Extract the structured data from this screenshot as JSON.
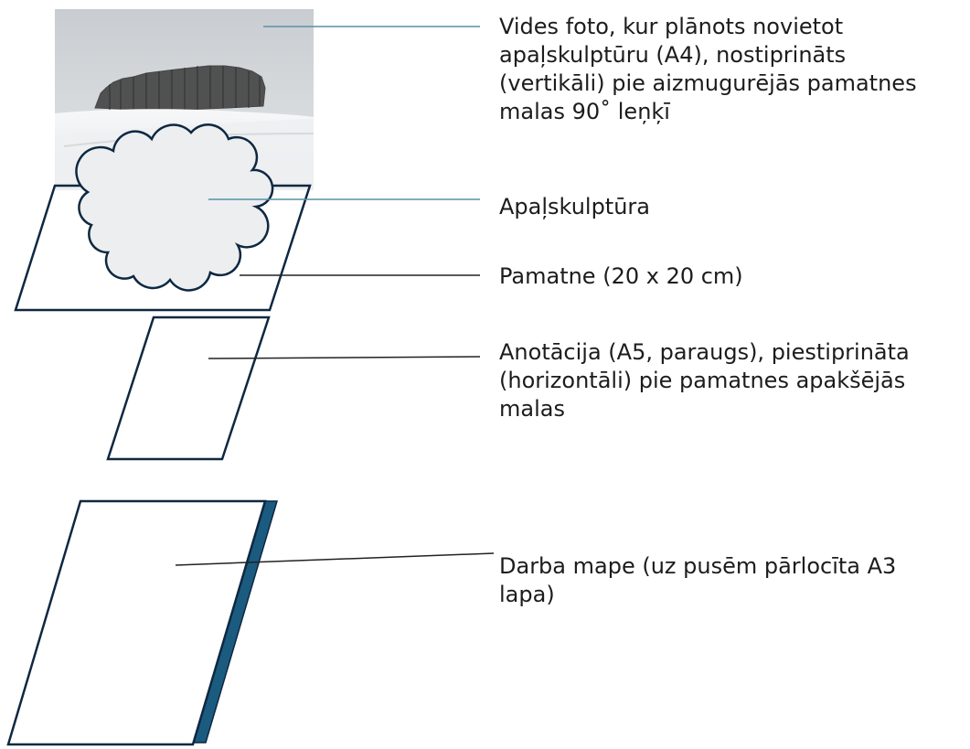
{
  "labels": {
    "photo": "Vides foto, kur plānots novietot\napaļskulptūru (A4), nostiprināts\n(vertikāli) pie aizmugurējās pamatnes\nmalas 90˚ leņķī",
    "sculpture": "Apaļskulptūra",
    "base": "Pamatne (20 x 20 cm)",
    "annotation": "Anotācija (A5, paraugs), piestiprināta\n(horizontāli) pie pamatnes apakšējās\nmalas",
    "folder": "Darba mape (uz pusēm pārlocīta A3\nlapa)"
  },
  "colors": {
    "outline": "#0e2841",
    "folder_spine": "#1b5b80",
    "leader_line": "#5a8fa8",
    "cloud_fill": "#eceef0",
    "sky": "#cfd3d6",
    "snow": "#f4f5f6",
    "trees": "#2b2b2b"
  }
}
